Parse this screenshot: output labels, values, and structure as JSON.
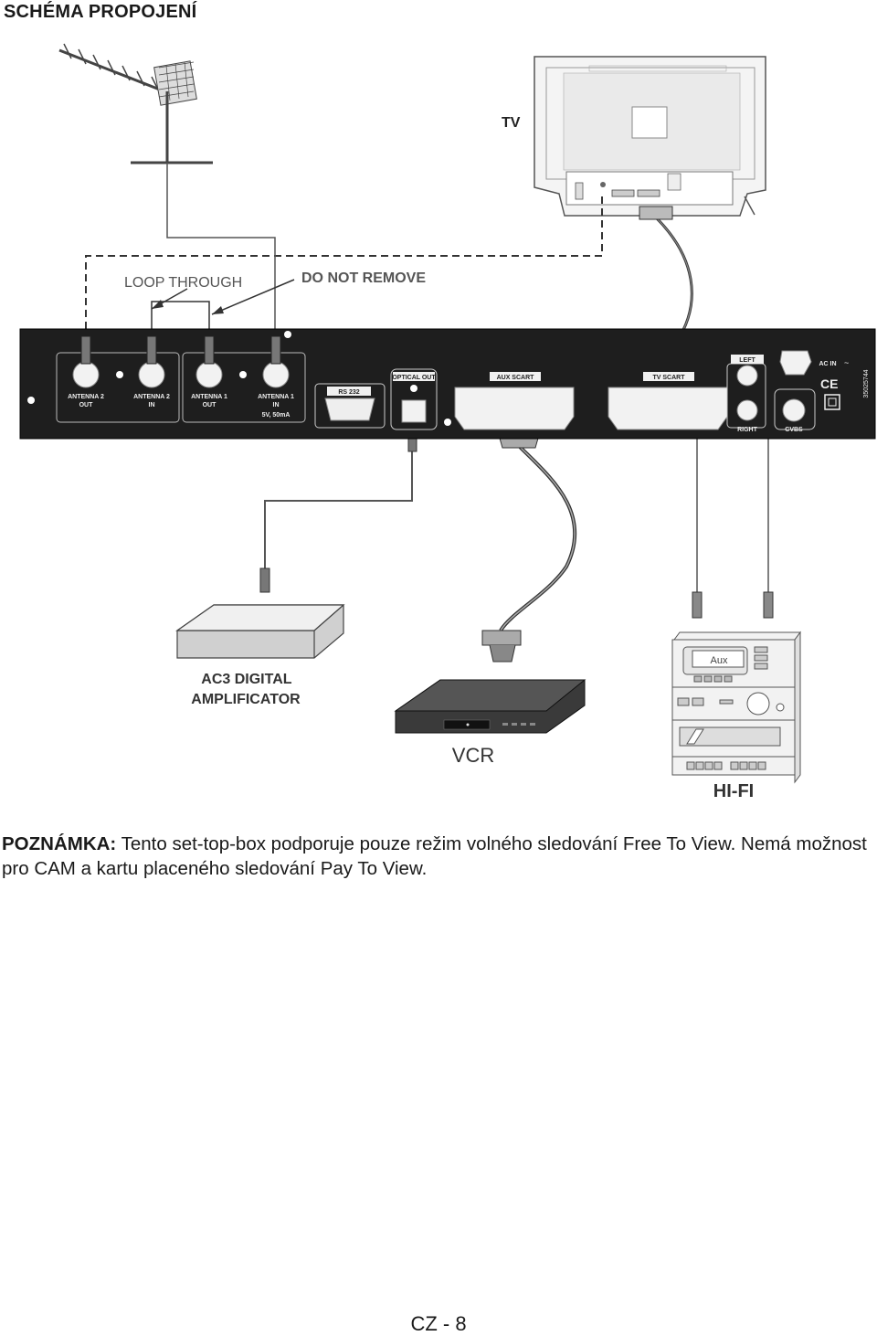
{
  "page": {
    "title": "SCHÉMA PROPOJENÍ",
    "footer": "CZ - 8"
  },
  "diagram": {
    "tv_label": "TV",
    "loop_through": "LOOP THROUGH",
    "do_not_remove": "DO NOT REMOVE",
    "ports": {
      "antenna2_out": [
        "ANTENNA 2",
        "OUT"
      ],
      "antenna2_in": [
        "ANTENNA 2",
        "IN"
      ],
      "antenna1_out": [
        "ANTENNA 1",
        "OUT"
      ],
      "antenna1_in": [
        "ANTENNA 1",
        "IN"
      ],
      "power_spec": "5V, 50mA",
      "rs232": "RS 232",
      "optical_out": "OPTICAL OUT",
      "aux_scart": "AUX SCART",
      "tv_scart": "TV SCART",
      "left": "LEFT",
      "right": "RIGHT",
      "cvbs": "CVBS",
      "ac_in": "AC IN",
      "ce_mark": "CE",
      "serial": "35025744"
    },
    "devices": {
      "amplifier": [
        "AC3 DIGITAL",
        "AMPLIFICATOR"
      ],
      "vcr": "VCR",
      "hifi": "HI-FI",
      "hifi_display": "Aux"
    }
  },
  "note": {
    "label": "POZNÁMKA:",
    "text": "Tento set-top-box podporuje pouze režim volného sledování Free To View. Nemá možnost pro CAM a kartu placeného sledování Pay To View."
  }
}
